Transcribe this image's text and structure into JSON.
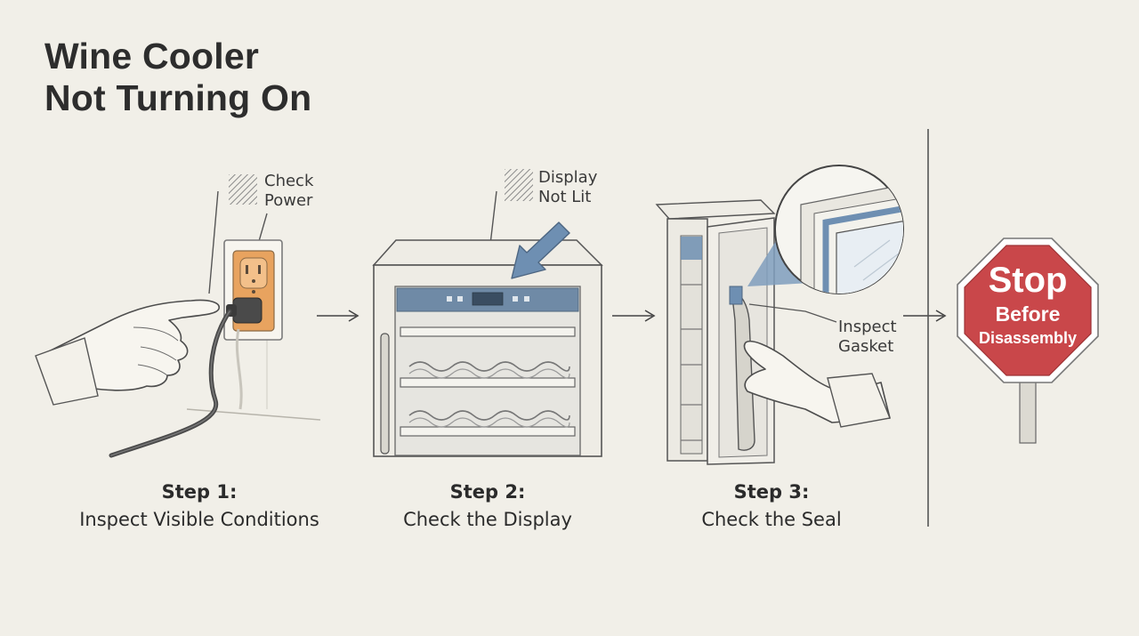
{
  "title": {
    "line1": "Wine Cooler",
    "line2": "Not Turning On"
  },
  "callouts": {
    "power": {
      "line1": "Check",
      "line2": "Power"
    },
    "display": {
      "line1": "Display",
      "line2": "Not Lit"
    },
    "gasket": {
      "line1": "Inspect",
      "line2": "Gasket"
    }
  },
  "steps": [
    {
      "number": "Step 1:",
      "description": "Inspect Visible Conditions"
    },
    {
      "number": "Step 2:",
      "description": "Check the Display"
    },
    {
      "number": "Step 3:",
      "description": "Check the Seal"
    }
  ],
  "stop_sign": {
    "line1": "Stop",
    "line2": "Before",
    "line3": "Disassembly"
  },
  "colors": {
    "background": "#f1efe8",
    "stop_red": "#c9474a",
    "accent_blue": "#6e8fb2",
    "outlet_orange": "#e0a060",
    "ink": "#4a4a4a"
  },
  "icons": [
    "wall-outlet-icon",
    "plug-icon",
    "pointing-hand-icon",
    "wine-cooler-icon",
    "display-arrow-icon",
    "open-door-icon",
    "magnifier-icon",
    "stop-sign-icon",
    "flow-arrow-icon"
  ]
}
